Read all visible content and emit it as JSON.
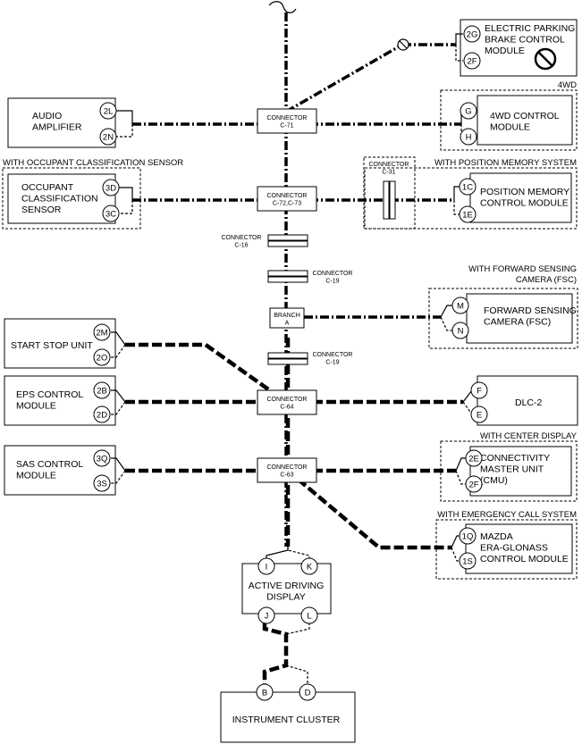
{
  "modules": {
    "epb": "ELECTRIC PARKING|BRAKE CONTROL|MODULE",
    "audio": "AUDIO|AMPLIFIER",
    "fwd_ctrl": "4WD CONTROL|MODULE",
    "ocs": "OCCUPANT|CLASSIFICATION|SENSOR",
    "pos_mem": "POSITION MEMORY|CONTROL MODULE",
    "fsc": "FORWARD SENSING|CAMERA (FSC)",
    "start_stop": "START STOP UNIT",
    "eps": "EPS CONTROL|MODULE",
    "dlc": "DLC-2",
    "sas": "SAS CONTROL|MODULE",
    "cmu": "CONNECTIVITY|MASTER UNIT|(CMU)",
    "era": "MAZDA|ERA-GLONASS|CONTROL MODULE",
    "add": "ACTIVE DRIVING|DISPLAY",
    "cluster": "INSTRUMENT CLUSTER"
  },
  "captions": {
    "fwd": "4WD",
    "ocs": "WITH OCCUPANT CLASSIFICATION SENSOR",
    "posmem": "WITH POSITION MEMORY SYSTEM",
    "fsc": "WITH FORWARD SENSING|CAMERA (FSC)",
    "center": "WITH CENTER DISPLAY",
    "ecall": "WITH EMERGENCY CALL SYSTEM"
  },
  "connectors": {
    "c71": "CONNECTOR|C-71",
    "c72": "CONNECTOR|C-72,C-73",
    "c31": "CONNECTOR|C-31",
    "c16": "CONNECTOR|C-16",
    "c19a": "CONNECTOR|C-19",
    "branch": "BRANCH|A",
    "c19b": "CONNECTOR|C-19",
    "c64": "CONNECTOR|C-64",
    "c63": "CONNECTOR|C-63"
  },
  "pins": {
    "epb": [
      "2G",
      "2F"
    ],
    "audio": [
      "2L",
      "2N"
    ],
    "fwd": [
      "G",
      "H"
    ],
    "ocs": [
      "3D",
      "3C"
    ],
    "posmem": [
      "1C",
      "1E"
    ],
    "fsc": [
      "M",
      "N"
    ],
    "start_stop": [
      "2M",
      "2O"
    ],
    "eps": [
      "2B",
      "2D"
    ],
    "dlc": [
      "F",
      "E"
    ],
    "sas": [
      "3Q",
      "3S"
    ],
    "cmu": [
      "2E",
      "2F"
    ],
    "era": [
      "1Q",
      "1S"
    ],
    "add_top": [
      "I",
      "K"
    ],
    "add_bot": [
      "J",
      "L"
    ],
    "cluster": [
      "B",
      "D"
    ]
  }
}
